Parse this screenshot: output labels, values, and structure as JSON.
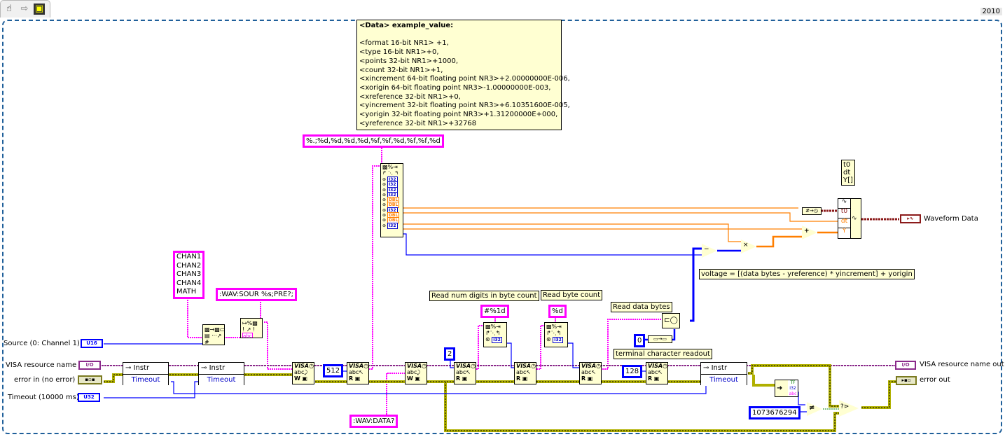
{
  "toolbar": {
    "icons": [
      {
        "name": "operate-hand-icon",
        "glyph": "☝"
      },
      {
        "name": "arrow-icon",
        "glyph": "⇨"
      },
      {
        "name": "vi-icon",
        "glyph": "▣"
      }
    ],
    "year": "2010"
  },
  "doc_comment": {
    "title": "<Data> example_value:",
    "lines": [
      "<format 16-bit NR1> +1,",
      " <type 16-bit NR1>+0,",
      " <points 32-bit NR1>+1000,",
      "<count 32-bit NR1>+1,",
      " <xincrement 64-bit floating point NR3>+2.00000000E-006,",
      " <xorigin 64-bit floating point NR3>-1.00000000E-003,",
      " <xreference 32-bit NR1>+0,",
      "<yincrement 32-bit floating point NR3>+6.10351600E-005,",
      "<yorigin 32-bit floating point NR3>+1.31200000E+000,",
      " <yreference 32-bit NR1>+32768"
    ]
  },
  "constants": {
    "scan_format": "%.;%d,%d,%d,%d,%f,%f,%d,%f,%f,%d",
    "channels": [
      "CHAN1",
      "CHAN2",
      "CHAN3",
      "CHAN4",
      "MATH"
    ],
    "wav_sour": ":WAV:SOUR %s;PRE?;",
    "wav_data": ":WAV:DATA?",
    "read_512": "512",
    "read_2": "2",
    "num_digits_format": "#%1d",
    "byte_count_format": "%d",
    "read_128": "128",
    "zero": "0",
    "error_code": "1073676294"
  },
  "scan_outputs": [
    "I32",
    "I32",
    "I32",
    "I32",
    "DBL",
    "DBL",
    "I32",
    "DBL",
    "DBL",
    "I32"
  ],
  "comments": {
    "read_num_digits": "Read num digits in byte count",
    "read_byte_count": "Read byte count",
    "read_data_bytes": "Read data bytes",
    "terminal_char": "terminal character readout",
    "voltage_formula": "voltage = [(data bytes - yreference) * yincrement] + yorigin"
  },
  "waveform_legend": [
    "t0",
    "dt",
    "Y[]"
  ],
  "build_waveform": {
    "inputs": [
      "t0",
      "dt",
      "Y"
    ]
  },
  "controls": {
    "source": {
      "label": "Source (0: Channel 1)",
      "type": "U16"
    },
    "visa_in": {
      "label": "VISA resource name",
      "type": "I/O"
    },
    "error_in": {
      "label": "error in (no error)"
    },
    "timeout": {
      "label": "Timeout (10000 ms)",
      "type": "U32"
    }
  },
  "indicators": {
    "visa_out": {
      "label": "VISA resource name out",
      "type": "I/O"
    },
    "error_out": {
      "label": "error out"
    },
    "waveform": {
      "label": "Waveform Data"
    }
  },
  "property_nodes": [
    {
      "class": "Instr",
      "property": "Timeout"
    },
    {
      "class": "Instr",
      "property": "Timeout"
    },
    {
      "class": "Instr",
      "property": "Timeout"
    }
  ],
  "visa_nodes": [
    {
      "title": "VISA",
      "mode": "W"
    },
    {
      "title": "VISA",
      "mode": "R"
    },
    {
      "title": "VISA",
      "mode": "W"
    },
    {
      "title": "VISA",
      "mode": "R"
    },
    {
      "title": "VISA",
      "mode": "R"
    },
    {
      "title": "VISA",
      "mode": "R"
    },
    {
      "title": "VISA",
      "mode": "R"
    }
  ],
  "operators": {
    "subtract": "−",
    "multiply": "×",
    "add": "+",
    "not_equal": "≠"
  },
  "unbundle_types": [
    "TF",
    "I32",
    "abc"
  ],
  "colors": {
    "string_wire": "#ff00ff",
    "int_wire": "#0000ff",
    "dbl_wire": "#ff7f00",
    "error_wire": "#b0b000",
    "visa_wire": "#8a2a8a",
    "waveform_wire": "#8b1a1a",
    "frame": "#1f5f9a"
  }
}
